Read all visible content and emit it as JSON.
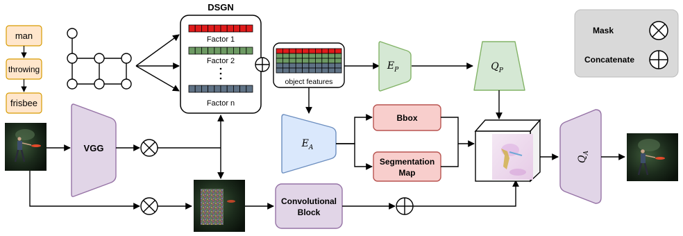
{
  "title": "DSGN",
  "factors": {
    "factor1": "Factor 1",
    "factor2": "Factor 2",
    "factorn": "Factor n"
  },
  "graph_words": [
    "man",
    "throwing",
    "frisbee"
  ],
  "object_features_label": "object features",
  "encoders": {
    "ep_main": "E",
    "ep_sub": "P",
    "qp_main": "Q",
    "qp_sub": "P",
    "ea_main": "E",
    "ea_sub": "A",
    "qa_main": "Q",
    "qa_sub": "A"
  },
  "blocks": {
    "vgg": "VGG",
    "bbox": "Bbox",
    "segmap_line1": "Segmentation",
    "segmap_line2": "Map",
    "conv_line1": "Convolutional",
    "conv_line2": "Block"
  },
  "legend": {
    "mask": "Mask",
    "concatenate": "Concatenate"
  },
  "colors": {
    "word_fill": "#ffe6cc",
    "word_stroke": "#d79b00",
    "green_fill": "#d5e8d4",
    "green_stroke": "#82b366",
    "blue_fill": "#dae8fc",
    "blue_stroke": "#6c8ebf",
    "purple_fill": "#e1d5e7",
    "purple_stroke": "#9673a6",
    "red_fill": "#f8cecc",
    "red_stroke": "#b85450",
    "legend_fill": "#d9d9d9",
    "factor_red": "#e01b1b",
    "factor_green": "#6d9a63",
    "factor_slate": "#5f7285"
  }
}
